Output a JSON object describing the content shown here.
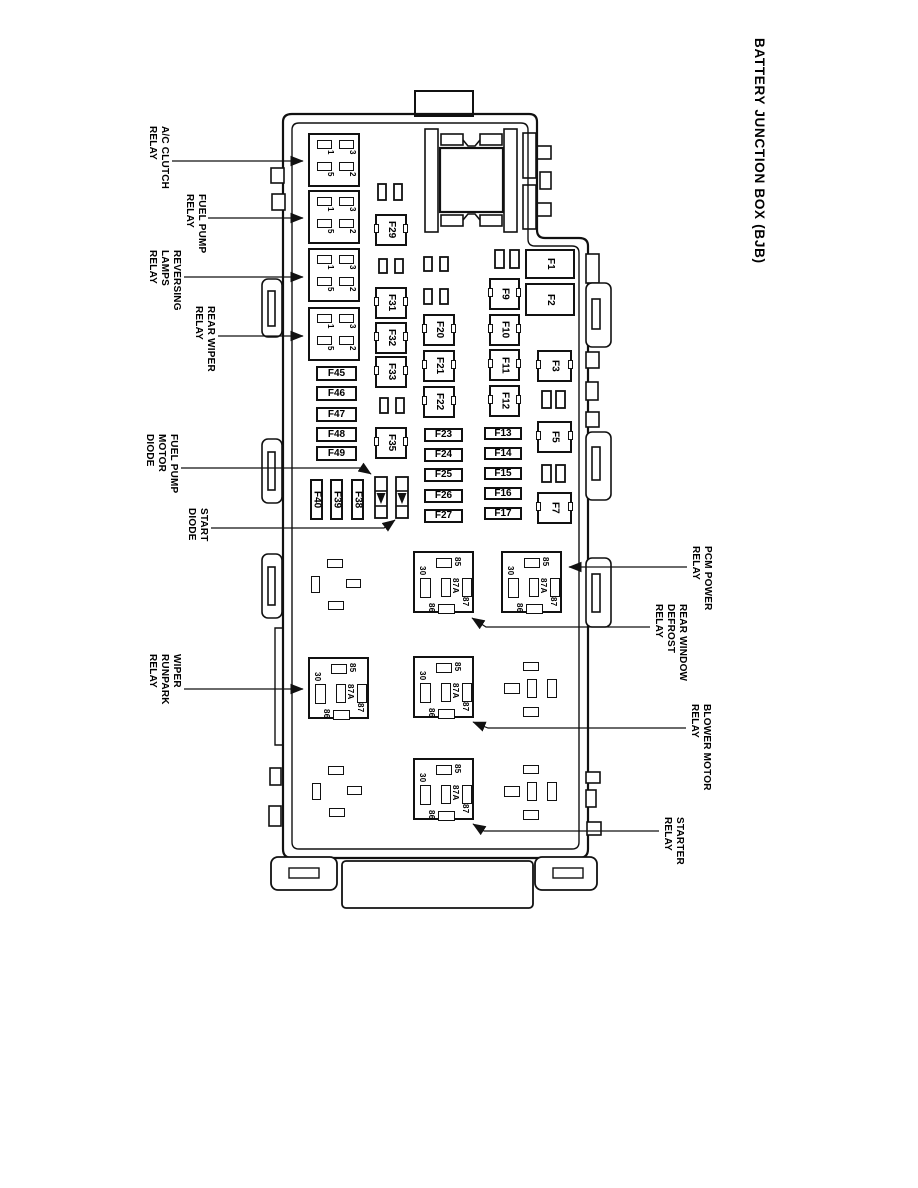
{
  "title": "BATTERY JUNCTION BOX (BJB)",
  "callouts": {
    "left": [
      {
        "id": "ac-clutch-relay",
        "lines": [
          "A/C CLUTCH",
          "RELAY"
        ]
      },
      {
        "id": "fuel-pump-relay",
        "lines": [
          "FUEL PUMP",
          "RELAY"
        ]
      },
      {
        "id": "reversing-lamps-relay",
        "lines": [
          "REVERSING",
          "LAMPS",
          "RELAY"
        ]
      },
      {
        "id": "rear-wiper-relay",
        "lines": [
          "REAR WIPER",
          "RELAY"
        ]
      },
      {
        "id": "fuel-pump-motor-diode",
        "lines": [
          "FUEL PUMP",
          "MOTOR",
          "DIODE"
        ]
      },
      {
        "id": "start-diode",
        "lines": [
          "START",
          "DIODE"
        ]
      },
      {
        "id": "wiper-runpark-relay",
        "lines": [
          "WIPER",
          "RUNPARK",
          "RELAY"
        ]
      }
    ],
    "right": [
      {
        "id": "pcm-power-relay",
        "lines": [
          "PCM POWER",
          "RELAY"
        ]
      },
      {
        "id": "rear-window-defrost-relay",
        "lines": [
          "REAR WINDOW",
          "DEFROST",
          "RELAY"
        ]
      },
      {
        "id": "blower-motor-relay",
        "lines": [
          "BLOWER MOTOR",
          "RELAY"
        ]
      },
      {
        "id": "starter-relay",
        "lines": [
          "STARTER",
          "RELAY"
        ]
      }
    ]
  },
  "pin_labels": {
    "relay4": [
      "1",
      "3",
      "5",
      "2"
    ],
    "relay5": [
      "85",
      "30",
      "87A",
      "87",
      "86"
    ]
  },
  "fuse_groups": {
    "column_b_squares": [
      "F29",
      "F31",
      "F32",
      "F33",
      "F35"
    ],
    "left_mini_fuses": [
      "F45",
      "F46",
      "F47",
      "F48",
      "F49"
    ],
    "vertical_fuses": [
      "F40",
      "F39",
      "F38"
    ],
    "column_c_squares": [
      "F20",
      "F21",
      "F22"
    ],
    "mid_mini_fuses": [
      "F23",
      "F24",
      "F25",
      "F26",
      "F27"
    ],
    "column_d_squares": [
      "F9",
      "F10",
      "F11",
      "F12"
    ],
    "right_mini_fuses": [
      "F13",
      "F14",
      "F15",
      "F16",
      "F17"
    ],
    "large_fuses": [
      "F1",
      "F2"
    ],
    "column_e_squares": [
      "F3",
      "F5",
      "F7"
    ]
  },
  "relay_blocks": [
    {
      "id": "rear-window-defrost-relay-block"
    },
    {
      "id": "pcm-power-relay-block"
    },
    {
      "id": "wiper-runpark-relay-block"
    },
    {
      "id": "blower-motor-relay-block"
    },
    {
      "id": "starter-relay-block"
    }
  ],
  "mini_relay_blocks": [
    {
      "id": "ac-clutch-relay-block"
    },
    {
      "id": "fuel-pump-relay-block"
    },
    {
      "id": "reversing-lamps-relay-block"
    },
    {
      "id": "rear-wiper-relay-block"
    }
  ],
  "colors": {
    "line": "#111111",
    "background": "#ffffff"
  }
}
